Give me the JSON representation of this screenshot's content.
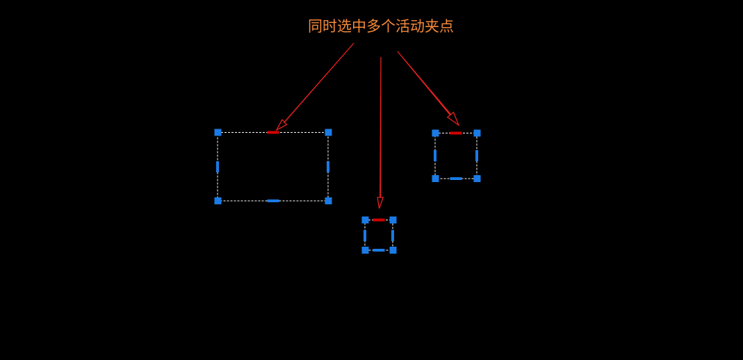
{
  "annotation": {
    "text": "同时选中多个活动夹点",
    "color": "#F5893A"
  },
  "colors": {
    "background": "#000000",
    "selection_outline": "#FFFFFF",
    "grip_inactive": "#1A7BE6",
    "grip_active": "#D40000",
    "arrow": "#E62020"
  },
  "selected_objects": [
    {
      "name": "rectangle",
      "active_grip": "top-midpoint"
    },
    {
      "name": "small-square",
      "active_grip": "top-midpoint"
    },
    {
      "name": "square",
      "active_grip": "top-midpoint"
    }
  ]
}
